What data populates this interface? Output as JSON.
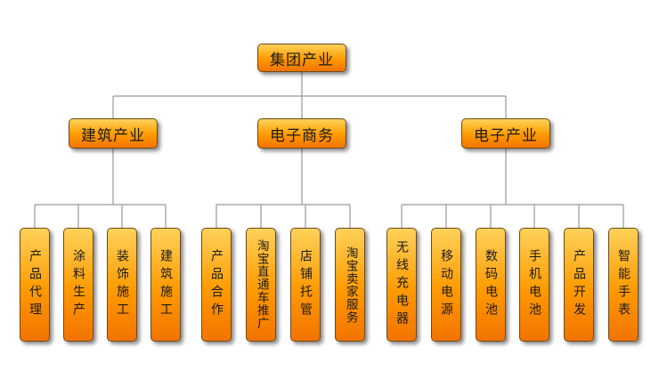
{
  "root": {
    "label": "集团产业"
  },
  "groups": [
    {
      "label": "建筑产业",
      "children": [
        "产品代理",
        "涂料生产",
        "装饰施工",
        "建筑施工"
      ]
    },
    {
      "label": "电子商务",
      "children": [
        "产品合作",
        "淘宝直通车推广",
        "店铺托管",
        "淘宝卖家服务"
      ]
    },
    {
      "label": "电子产业",
      "children": [
        "无线充电器",
        "移动电源",
        "数码电池",
        "手机电池",
        "产品开发",
        "智能手表"
      ]
    }
  ],
  "colors": {
    "line": "#999999",
    "box_top": "#ffd25a",
    "box_bottom": "#f27300",
    "border": "#6b4a1e"
  }
}
